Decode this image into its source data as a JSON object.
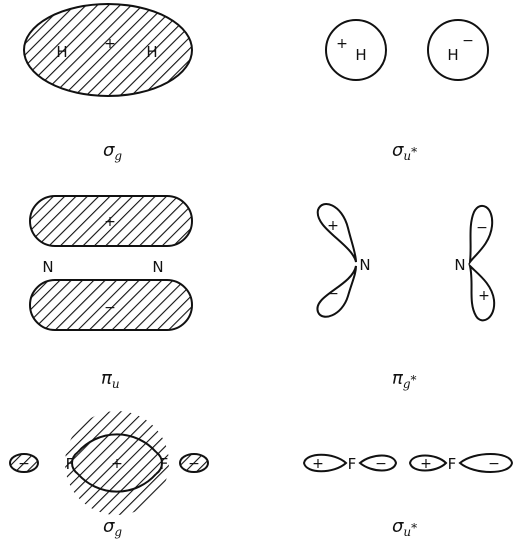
{
  "panels": {
    "sigma_g_h2": {
      "atom_left": "H",
      "atom_right": "H",
      "sign": "+",
      "caption": "σ",
      "caption_sub": "g"
    },
    "sigma_u_star_h2": {
      "left_sign": "+",
      "left_atom": "H",
      "right_atom": "H",
      "right_sign": "−",
      "caption": "σ",
      "caption_sub": "u",
      "caption_star": "*"
    },
    "pi_u_n2": {
      "top_sign": "+",
      "bottom_sign": "−",
      "atom_left": "N",
      "atom_right": "N",
      "caption": "π",
      "caption_sub": "u"
    },
    "pi_g_star_n2": {
      "left_top_sign": "+",
      "left_bottom_sign": "−",
      "left_atom": "N",
      "right_top_sign": "−",
      "right_bottom_sign": "+",
      "right_atom": "N",
      "caption": "π",
      "caption_sub": "g",
      "caption_star": "*"
    },
    "sigma_g_f2": {
      "left_lobe_sign": "−",
      "center_sign": "+",
      "right_lobe_sign": "−",
      "atom_left": "F",
      "atom_right": "F",
      "caption": "σ",
      "caption_sub": "g"
    },
    "sigma_u_star_f2": {
      "a_left_sign": "+",
      "a_atom": "F",
      "a_right_sign": "−",
      "b_left_sign": "+",
      "b_atom": "F",
      "b_right_sign": "−",
      "caption": "σ",
      "caption_sub": "u",
      "caption_star": "*"
    }
  }
}
